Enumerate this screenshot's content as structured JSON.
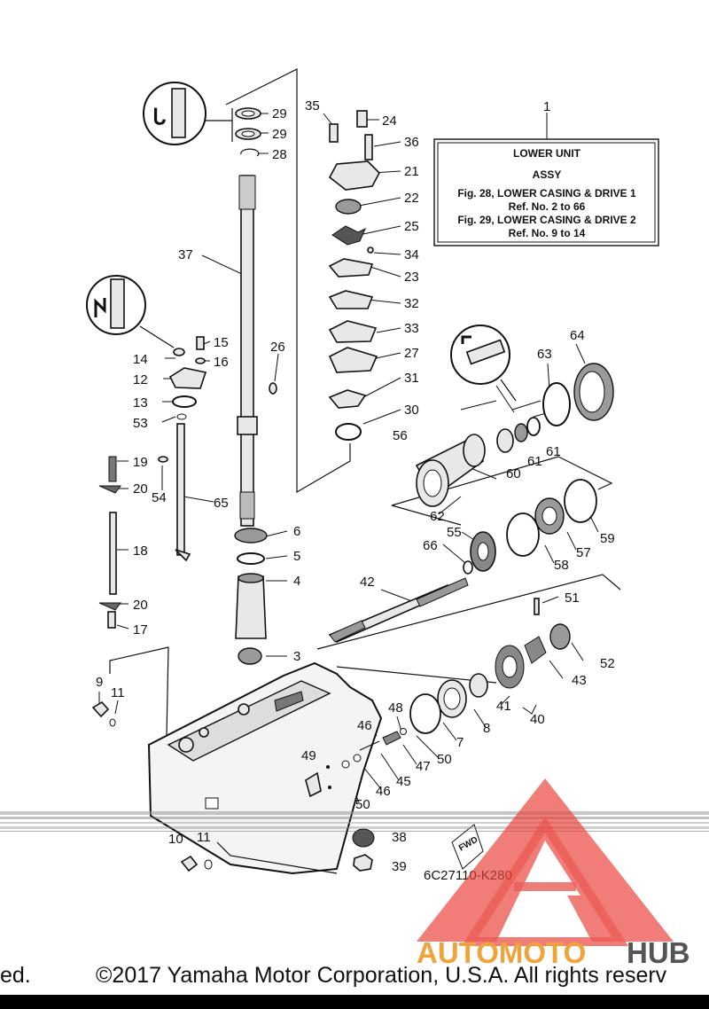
{
  "info_box": {
    "ref_number": "1",
    "title_line1": "LOWER UNIT",
    "title_line2": "ASSY",
    "line3": "Fig. 28, LOWER CASING & DRIVE 1",
    "line4": "Ref. No. 2 to 66",
    "line5": "Fig. 29, LOWER CASING & DRIVE 2",
    "line6": "Ref. No. 9 to 14"
  },
  "callouts": [
    "29",
    "29",
    "28",
    "37",
    "35",
    "24",
    "36",
    "21",
    "22",
    "25",
    "34",
    "23",
    "32",
    "33",
    "27",
    "31",
    "30",
    "15",
    "14",
    "16",
    "12",
    "13",
    "53",
    "26",
    "19",
    "54",
    "20",
    "65",
    "18",
    "20",
    "17",
    "6",
    "5",
    "4",
    "3",
    "64",
    "63",
    "56",
    "60",
    "61",
    "61",
    "62",
    "59",
    "57",
    "58",
    "55",
    "66",
    "42",
    "51",
    "52",
    "43",
    "41",
    "40",
    "8",
    "7",
    "50",
    "48",
    "47",
    "46",
    "45",
    "46",
    "49",
    "50",
    "9",
    "11",
    "10",
    "11",
    "38",
    "39"
  ],
  "drawing_code": "6C27110-K280",
  "fwd_label": "FWD",
  "watermark": {
    "part1": "AUTOMOTO",
    "part2": "HUB",
    "color1": "#f0a33a",
    "color2": "#555555",
    "logo_color": "#e8413a"
  },
  "footer": {
    "left": "ed.",
    "right": "©2017 Yamaha Motor Corporation, U.S.A. All rights reserv"
  }
}
